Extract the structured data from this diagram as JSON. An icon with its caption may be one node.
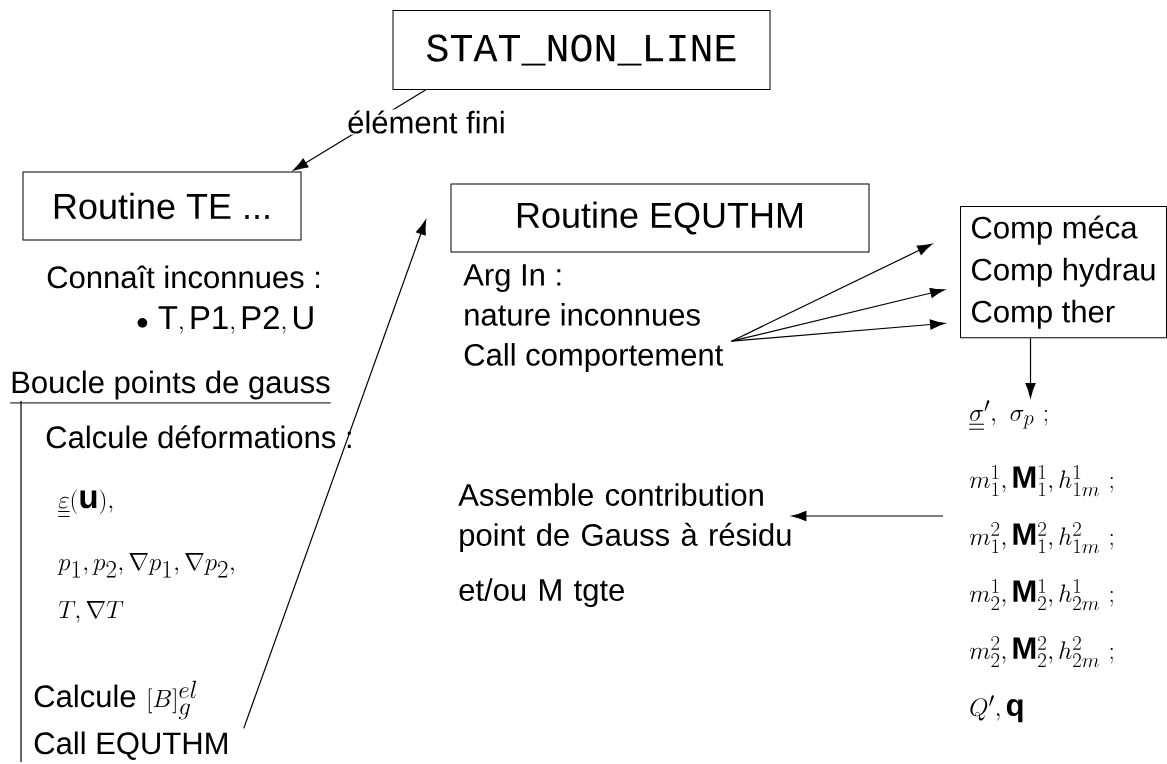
{
  "diagram": {
    "nodes": [
      {
        "text": [
          "STAT_NON_LINE"
        ]
      },
      {
        "text": [
          "Routine TE ..."
        ]
      },
      {
        "text": [
          "Routine EQUTHM"
        ]
      },
      {
        "text": [
          "Arg In :",
          "nature inconnues",
          "Call comportement"
        ]
      },
      {
        "text": [
          "Comp méca",
          "Comp hydrau",
          "Comp ther"
        ]
      },
      {
        "text": [
          "\\underline{\\underline{\\sigma}}^{\\prime},\\ \\sigma_p\\ ;",
          "m_1^1, \\mathbf{M}_1^1, h_{1m}^1\\ ;",
          "m_1^2, \\mathbf{M}_1^2, h_{1m}^2\\ ;",
          "m_2^1, \\mathbf{M}_2^1, h_{2m}^1\\ ;",
          "m_2^2, \\mathbf{M}_2^2, h_{2m}^2\\ ;",
          "Q^{\\prime}, \\mathbf{q}"
        ]
      },
      {
        "text": [
          "Assemble contribution point de Gauss à résidu",
          "et/ou M tgte"
        ]
      },
      {
        "text": [
          "Call EQUTHM"
        ]
      }
    ],
    "edges": [
      {
        "from": 0,
        "to": 1,
        "arrow": "to",
        "label": "élément fini"
      },
      {
        "from": 3,
        "to": 4,
        "arrow": "to"
      },
      {
        "from": 3,
        "to": 4,
        "arrow": "to"
      },
      {
        "from": 3,
        "to": 4,
        "arrow": "to"
      },
      {
        "from": 4,
        "to": 5,
        "arrow": "to"
      },
      {
        "from": 5,
        "to": 6,
        "arrow": "to"
      },
      {
        "from": 7,
        "to": 2,
        "arrow": "to"
      }
    ],
    "labels": [
      "Connaît inconnues :",
      "\\bullet\\ \\mathrm{T}, \\mathrm{P1}, \\mathrm{P2}, \\mathrm{U}",
      "Boucle points de gauss",
      "Calcule déformations :",
      "\\underline{\\underline{\\varepsilon}}(\\mathbf{u}),",
      "p_1, p_2, \\nabla p_1, \\nabla p_2,",
      "T, \\nabla T",
      "Calcule",
      "\\left[B\\right]_g^{el}"
    ]
  }
}
